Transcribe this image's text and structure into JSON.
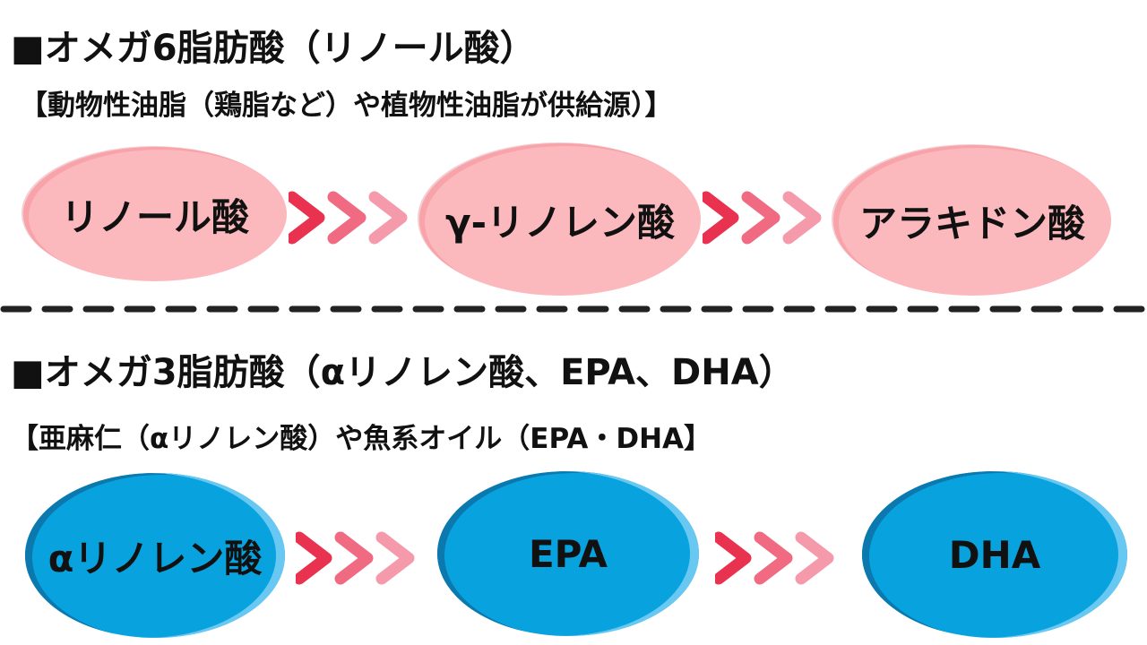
{
  "omega6": {
    "heading": "■オメガ6脂肪酸（リノール酸）",
    "source": "【動物性油脂（鶏脂など）や植物性油脂が供給源）】",
    "steps": [
      "リノール酸",
      "γ-リノレン酸",
      "アラキドン酸"
    ]
  },
  "omega3": {
    "heading": "■オメガ3脂肪酸（αリノレン酸、EPA、DHA）",
    "source": "【亜麻仁（αリノレン酸）や魚系オイル（EPA・DHA】",
    "steps": [
      "αリノレン酸",
      "EPA",
      "DHA"
    ]
  },
  "colors": {
    "pink_node": "#fbb8bd",
    "blue_node": "#08a3df",
    "arrow_dark": "#e8324f",
    "arrow_mid": "#f06a82",
    "arrow_light": "#f59aab",
    "divider": "#222222"
  },
  "icons": {
    "arrow": "chevron-right-triple-icon"
  }
}
